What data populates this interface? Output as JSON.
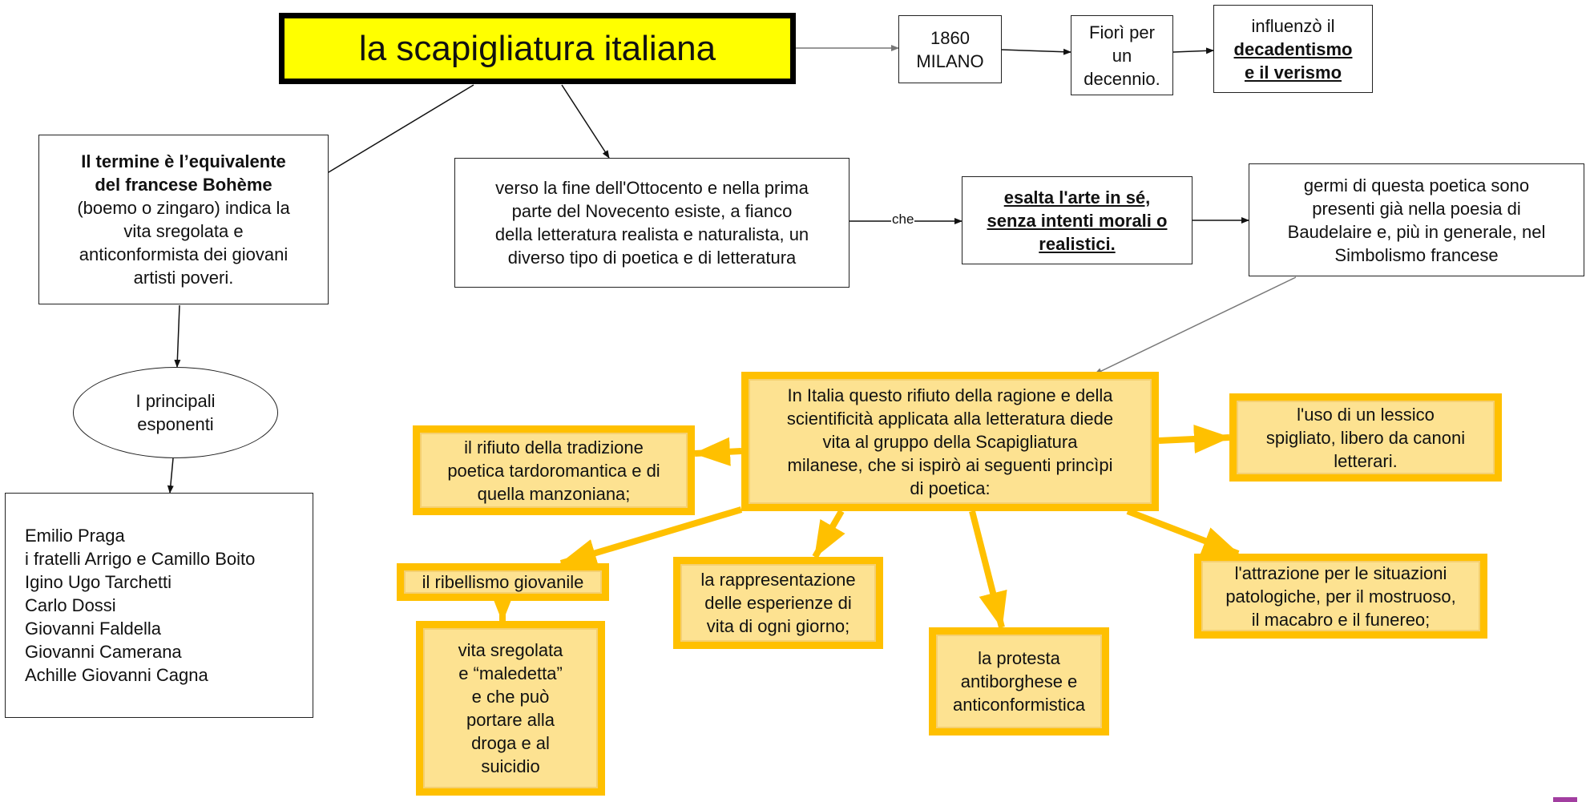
{
  "colors": {
    "title_fill": "#ffff00",
    "yellow_border": "#ffc000",
    "yellow_fill": "#fde291",
    "corner_mark": "#a23ea0"
  },
  "title": "la scapigliatura italiana",
  "timeline": {
    "year_place": [
      "1860",
      "MILANO"
    ],
    "flourished": [
      "Fiorì per",
      "un",
      "decennio."
    ],
    "influence": [
      "influenzò il",
      "decadentismo",
      "e il verismo"
    ]
  },
  "termine": {
    "bold": [
      "Il termine è l’equivalente",
      "del francese Bohème"
    ],
    "rest": [
      "(boemo o zingaro) indica la",
      "vita sregolata e",
      "anticonformista dei giovani",
      "artisti poveri."
    ]
  },
  "esponenti": [
    "I principali",
    "esponenti"
  ],
  "names": [
    "Emilio Praga",
    "i fratelli Arrigo e Camillo Boito",
    "Igino Ugo Tarchetti",
    "Carlo Dossi",
    "Giovanni Faldella",
    "Giovanni Camerana",
    "Achille Giovanni Cagna"
  ],
  "verso": [
    "verso la fine dell'Ottocento e nella prima",
    "parte del Novecento esiste, a fianco",
    "della letteratura realista e naturalista, un",
    "diverso tipo di poetica e di letteratura"
  ],
  "link_label": "che",
  "esalta": [
    "esalta l'arte in sé,",
    "senza intenti morali o",
    "realistici."
  ],
  "germi": [
    "germi di questa poetica sono",
    "presenti già nella poesia di",
    "Baudelaire e, più in generale, nel",
    "Simbolismo francese"
  ],
  "centrale": [
    "In Italia questo rifiuto della ragione e della",
    "scientificità applicata alla letteratura diede",
    "vita al gruppo della Scapigliatura",
    "milanese, che si ispirò ai seguenti princìpi",
    "di poetica:"
  ],
  "principi": {
    "rifiuto": [
      "il rifiuto della tradizione",
      "poetica tardoromantica e di",
      "quella manzoniana;"
    ],
    "lessico": [
      "l'uso di un lessico",
      "spigliato, libero da canoni",
      "letterari."
    ],
    "ribellismo": [
      "il ribellismo giovanile"
    ],
    "vita": [
      "vita sregolata",
      "e “maledetta”",
      "e che può",
      "portare alla",
      "droga e al",
      "suicidio"
    ],
    "rappresentazione": [
      "la rappresentazione",
      "delle esperienze di",
      "vita di ogni giorno;"
    ],
    "protesta": [
      "la protesta",
      "antiborghese e",
      "anticonformistica"
    ],
    "attrazione": [
      "l'attrazione per le situazioni",
      "patologiche, per il mostruoso,",
      "il macabro e il funereo;"
    ]
  }
}
